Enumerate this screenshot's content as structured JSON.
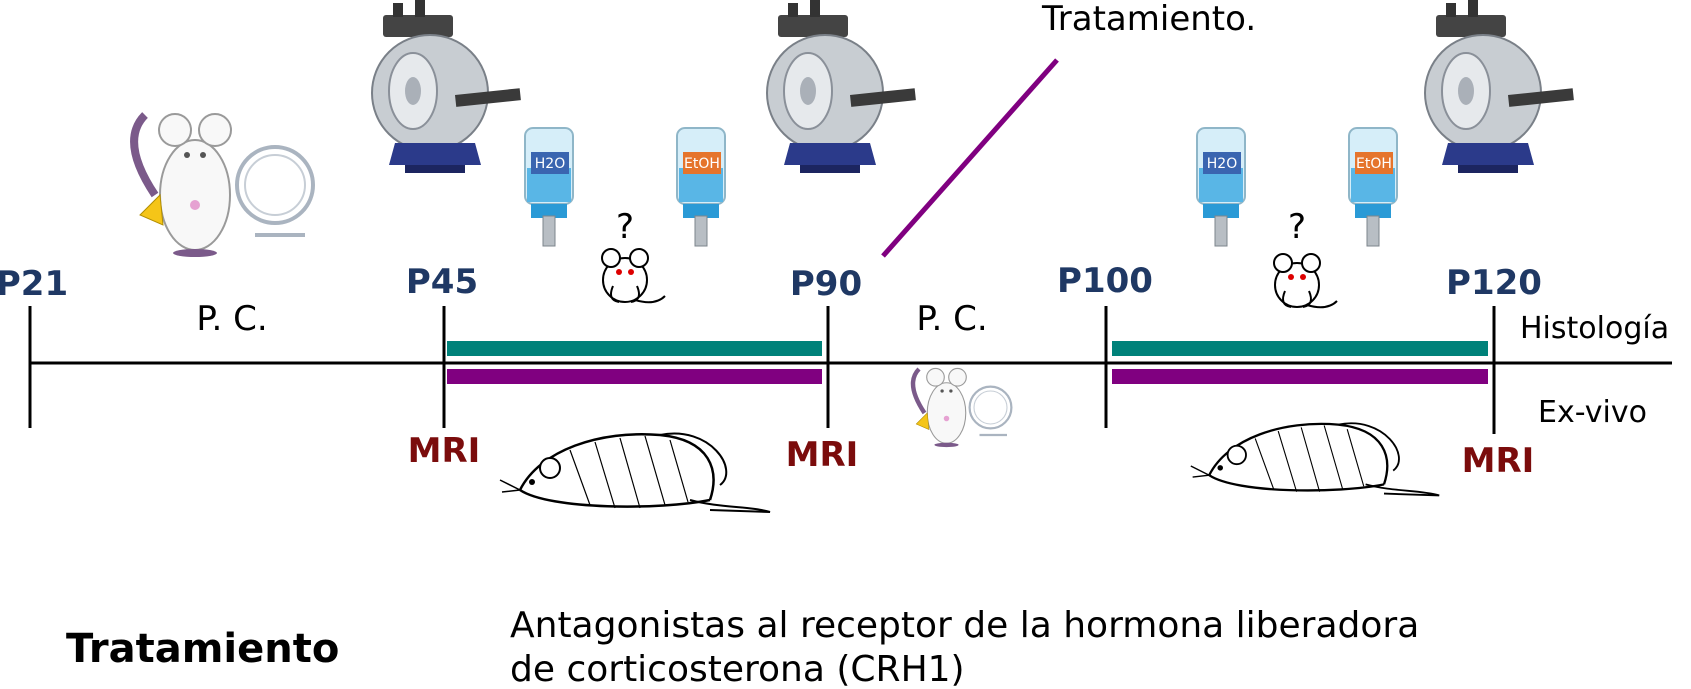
{
  "timepoints": [
    "P21",
    "P45",
    "P90",
    "P100",
    "P120"
  ],
  "mri_label": "MRI",
  "pc_label": "P. C.",
  "tratamiento_top": "Tratamiento.",
  "histologia": "Histología",
  "exvivo": "Ex-vivo",
  "question": "?",
  "bottle_water": "H2O",
  "bottle_etoh": "EtOH",
  "bottom": {
    "heading": "Tratamiento",
    "line1": "Antagonistas al receptor de la hormona liberadora",
    "line2": "de corticosterona (CRH1)"
  },
  "colors": {
    "teal": "#00827a",
    "purple": "#800080",
    "navy": "#1f3864",
    "darkred": "#7b0c0c"
  }
}
